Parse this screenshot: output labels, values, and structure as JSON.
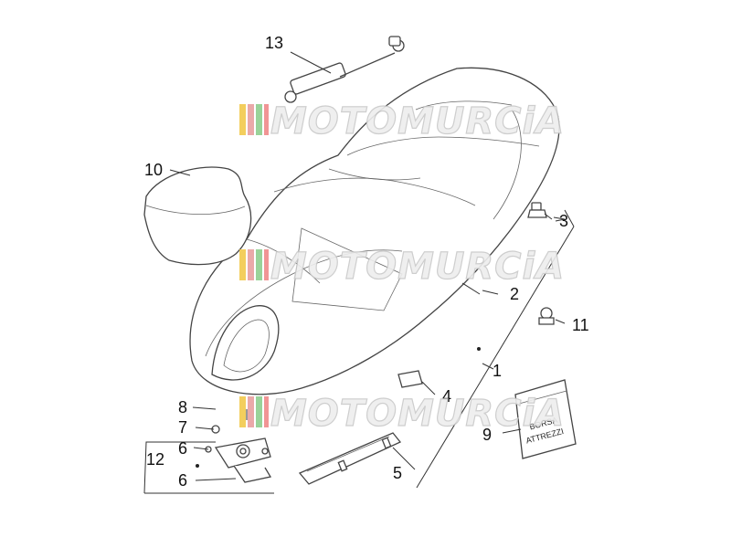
{
  "diagram": {
    "callouts": [
      "13",
      "10",
      "3",
      "2",
      "11",
      "1",
      "8",
      "7",
      "6",
      "12",
      "6",
      "4",
      "5",
      "9"
    ],
    "tool_bag_label": [
      "BORSA",
      "ATTREZZI"
    ]
  },
  "watermark": {
    "text": "MOTOMURCiA",
    "stripe_colors": [
      "#f2c94c",
      "#e8a0a0",
      "#8fcf8f",
      "#f08a8a"
    ]
  }
}
